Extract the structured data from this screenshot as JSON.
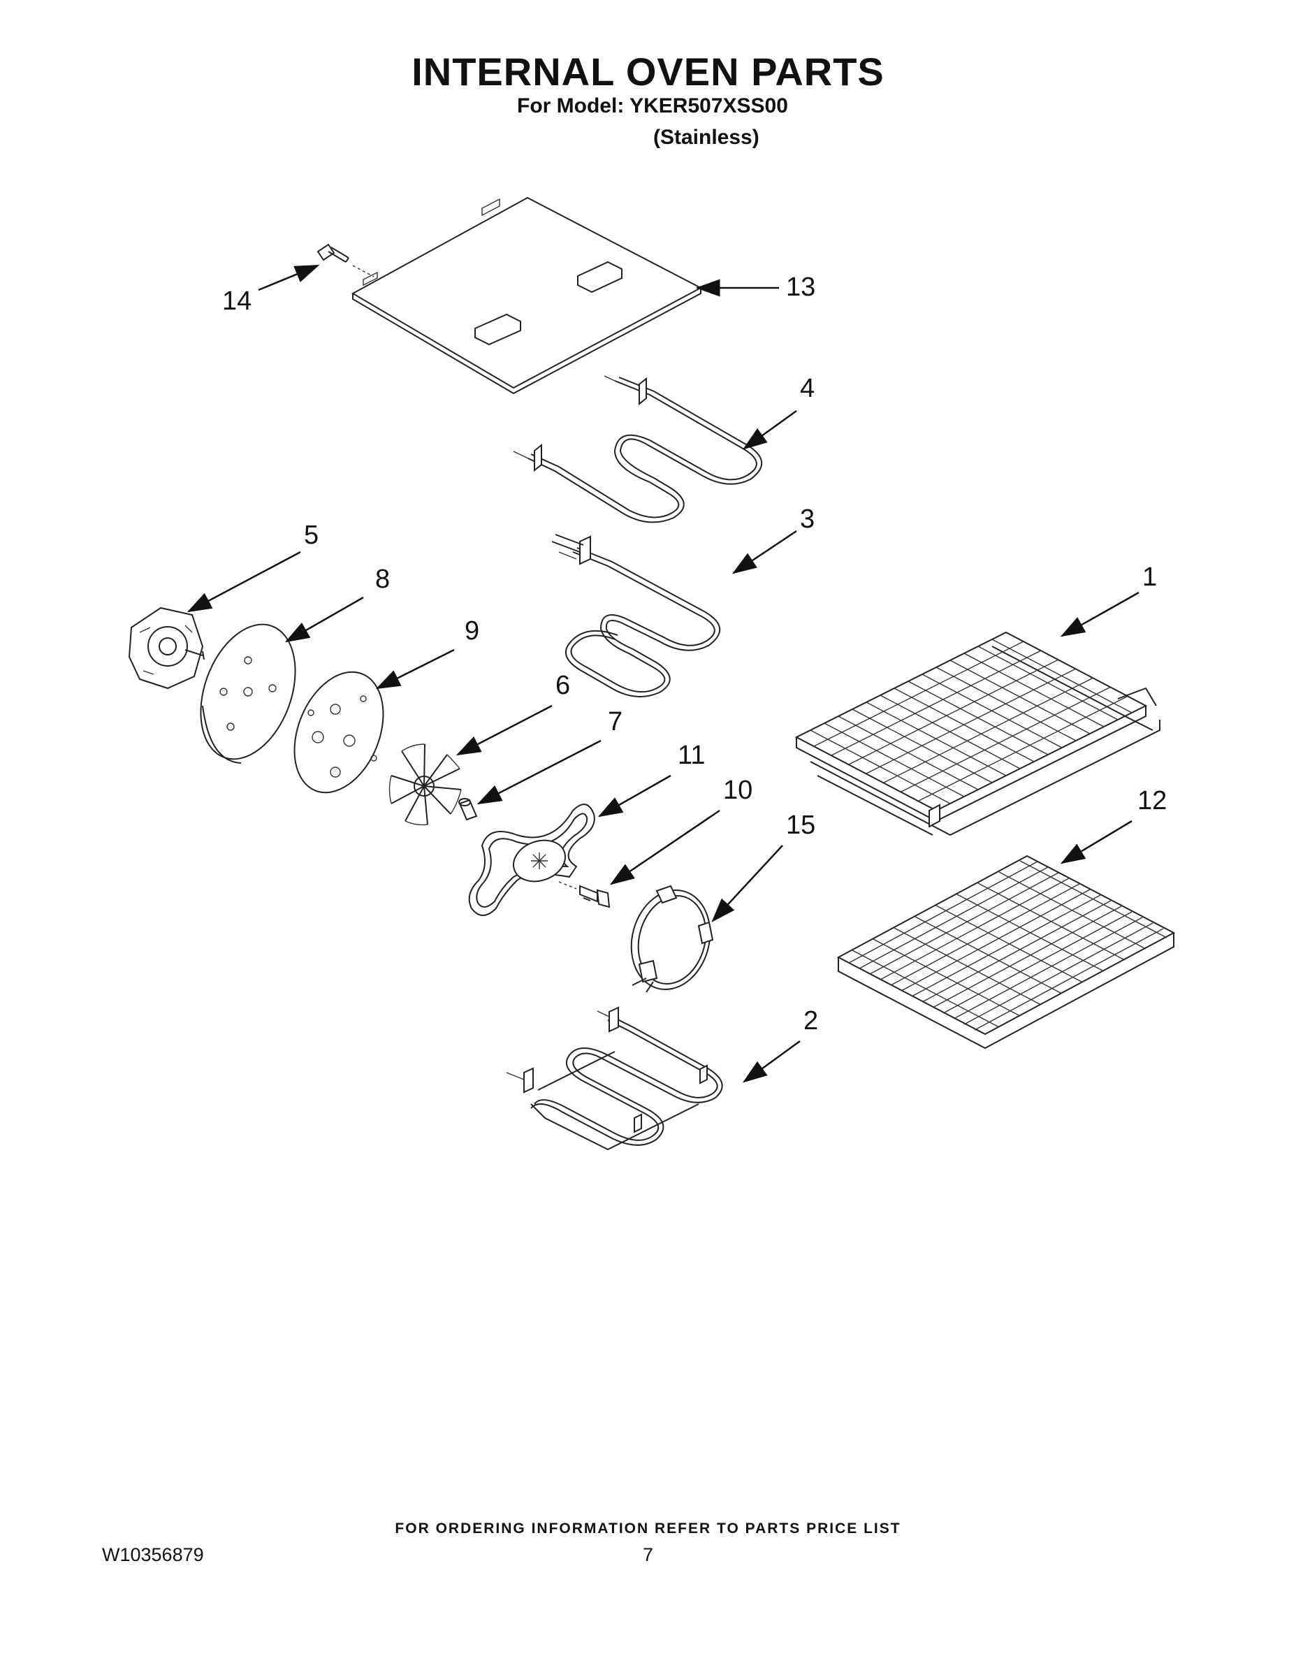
{
  "header": {
    "title": "INTERNAL OVEN PARTS",
    "model_line": "For Model: YKER507XSS00",
    "finish_line": "(Stainless)"
  },
  "callouts": [
    {
      "id": "14",
      "label": "14"
    },
    {
      "id": "13",
      "label": "13"
    },
    {
      "id": "4",
      "label": "4"
    },
    {
      "id": "3",
      "label": "3"
    },
    {
      "id": "5",
      "label": "5"
    },
    {
      "id": "8",
      "label": "8"
    },
    {
      "id": "9",
      "label": "9"
    },
    {
      "id": "1",
      "label": "1"
    },
    {
      "id": "6",
      "label": "6"
    },
    {
      "id": "7",
      "label": "7"
    },
    {
      "id": "11",
      "label": "11"
    },
    {
      "id": "10",
      "label": "10"
    },
    {
      "id": "15",
      "label": "15"
    },
    {
      "id": "12",
      "label": "12"
    },
    {
      "id": "2",
      "label": "2"
    }
  ],
  "footer": {
    "note": "FOR ORDERING INFORMATION REFER TO PARTS PRICE LIST",
    "doc_id": "W10356879",
    "page_number": "7"
  }
}
